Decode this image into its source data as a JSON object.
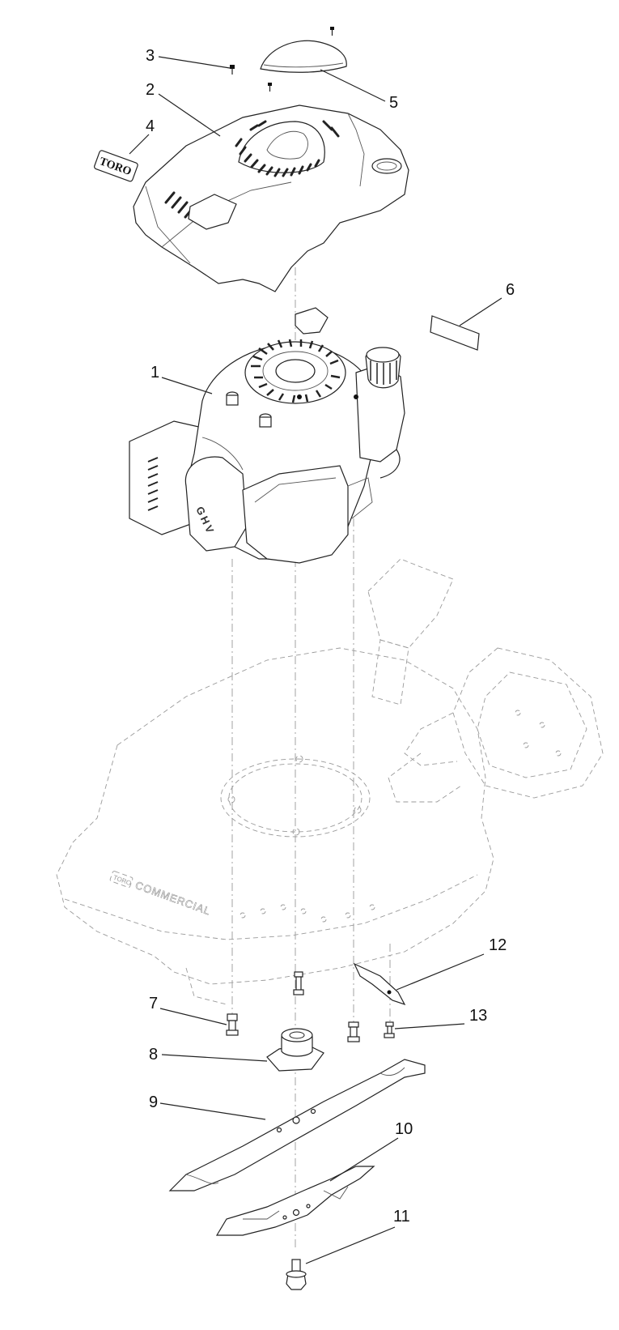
{
  "callouts": [
    "1",
    "2",
    "3",
    "4",
    "5",
    "6",
    "7",
    "8",
    "9",
    "10",
    "11",
    "12",
    "13"
  ],
  "labels": {
    "decal_logo": "TORO",
    "engine_mark": "GHV",
    "deck_logo": "TORO",
    "deck_brand": "COMMERCIAL"
  }
}
